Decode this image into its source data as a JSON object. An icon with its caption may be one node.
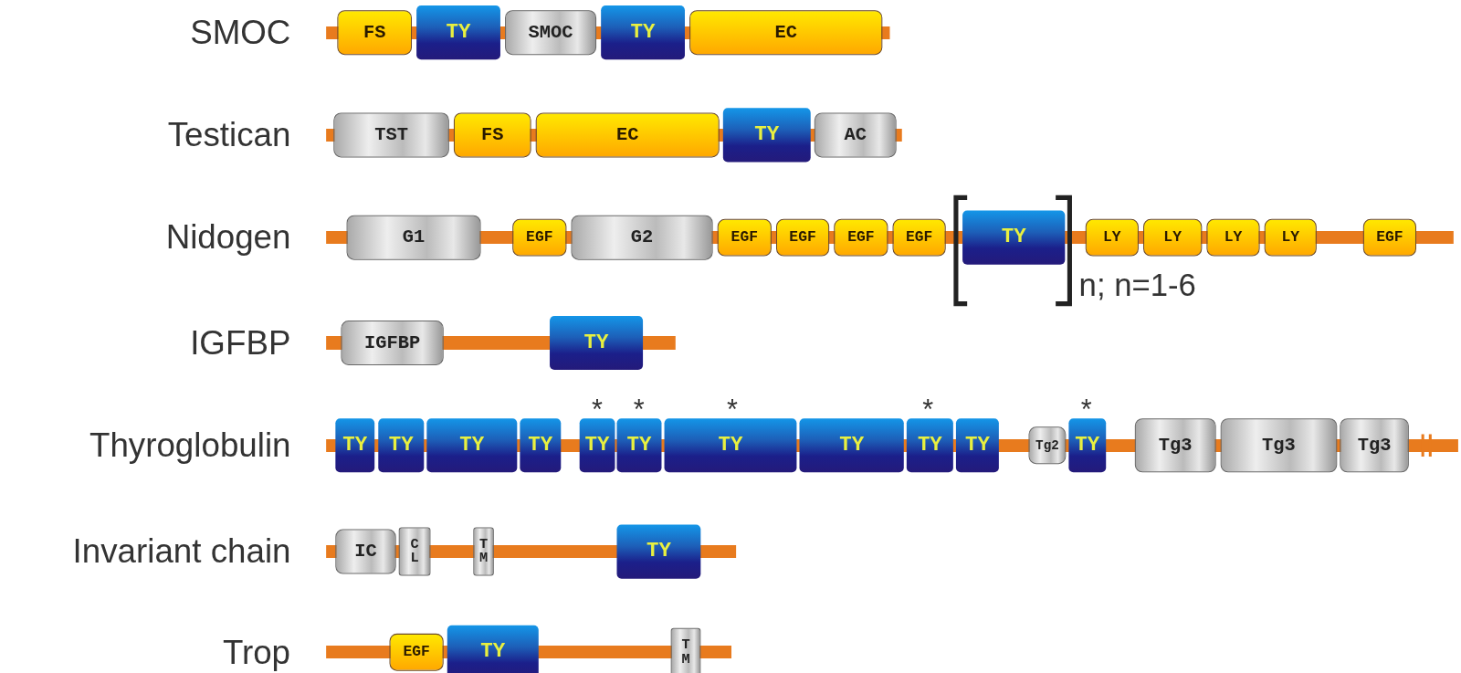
{
  "diagram": {
    "nodes": [
      {
        "text": [],
        "shape": "bar"
      },
      {
        "text": [
          "FS"
        ],
        "in": 0
      },
      {
        "text": [
          "TY"
        ],
        "in": 0
      },
      {
        "text": [
          "SMOC"
        ],
        "in": 0
      },
      {
        "text": [
          "TY"
        ],
        "in": 0
      },
      {
        "text": [
          "EC"
        ],
        "in": 0
      },
      {
        "text": [],
        "shape": "bar"
      },
      {
        "text": [
          "TST"
        ],
        "in": 6
      },
      {
        "text": [
          "FS"
        ],
        "in": 6
      },
      {
        "text": [
          "EC"
        ],
        "in": 6
      },
      {
        "text": [
          "TY"
        ],
        "in": 6
      },
      {
        "text": [
          "AC"
        ],
        "in": 6
      },
      {
        "text": [],
        "shape": "bar"
      },
      {
        "text": [
          "G1"
        ],
        "in": 12
      },
      {
        "text": [
          "EGF"
        ],
        "in": 12
      },
      {
        "text": [
          "G2"
        ],
        "in": 12
      },
      {
        "text": [
          "EGF"
        ],
        "in": 12
      },
      {
        "text": [
          "EGF"
        ],
        "in": 12
      },
      {
        "text": [
          "EGF"
        ],
        "in": 12
      },
      {
        "text": [
          "EGF"
        ],
        "in": 12
      },
      {
        "text": [
          "TY"
        ],
        "in": 12
      },
      {
        "text": [
          "LY"
        ],
        "in": 12
      },
      {
        "text": [
          "LY"
        ],
        "in": 12
      },
      {
        "text": [
          "LY"
        ],
        "in": 12
      },
      {
        "text": [
          "LY"
        ],
        "in": 12
      },
      {
        "text": [
          "EGF"
        ],
        "in": 12
      },
      {
        "text": [],
        "shape": "bar"
      },
      {
        "text": [
          "IGFBP"
        ],
        "in": 26
      },
      {
        "text": [
          "TY"
        ],
        "in": 26
      },
      {
        "text": [],
        "shape": "bar"
      },
      {
        "text": [
          "TY"
        ],
        "in": 29
      },
      {
        "text": [
          "TY"
        ],
        "in": 29
      },
      {
        "text": [
          "TY"
        ],
        "in": 29
      },
      {
        "text": [
          "TY"
        ],
        "in": 29
      },
      {
        "text": [
          "TY"
        ],
        "in": 29
      },
      {
        "text": [
          "TY"
        ],
        "in": 29
      },
      {
        "text": [
          "TY"
        ],
        "in": 29
      },
      {
        "text": [
          "TY"
        ],
        "in": 29
      },
      {
        "text": [
          "TY"
        ],
        "in": 29
      },
      {
        "text": [
          "TY"
        ],
        "in": 29
      },
      {
        "text": [
          "Tg2"
        ],
        "in": 29
      },
      {
        "text": [
          "TY"
        ],
        "in": 29
      },
      {
        "text": [
          "Tg3"
        ],
        "in": 29
      },
      {
        "text": [
          "Tg3"
        ],
        "in": 29
      },
      {
        "text": [
          "Tg3"
        ],
        "in": 29
      },
      {
        "text": [],
        "shape": "bar"
      },
      {
        "text": [
          "IC"
        ],
        "in": 45
      },
      {
        "text": [
          "C L"
        ],
        "in": 45
      },
      {
        "text": [
          "T M"
        ],
        "in": 45
      },
      {
        "text": [
          "TY"
        ],
        "in": 45
      },
      {
        "text": [],
        "shape": "bar"
      },
      {
        "text": [
          "EGF"
        ],
        "in": 50
      },
      {
        "text": [
          "TY"
        ],
        "in": 50
      },
      {
        "text": [
          "T M"
        ],
        "in": 50
      }
    ],
    "labels": [
      "SMOC",
      "Testican",
      "Nidogen",
      "n; n=1-6",
      "IGFBP",
      "*",
      "*",
      "*",
      "*",
      "*",
      "Thyroglobulin",
      "Invariant chain",
      "Trop"
    ]
  }
}
